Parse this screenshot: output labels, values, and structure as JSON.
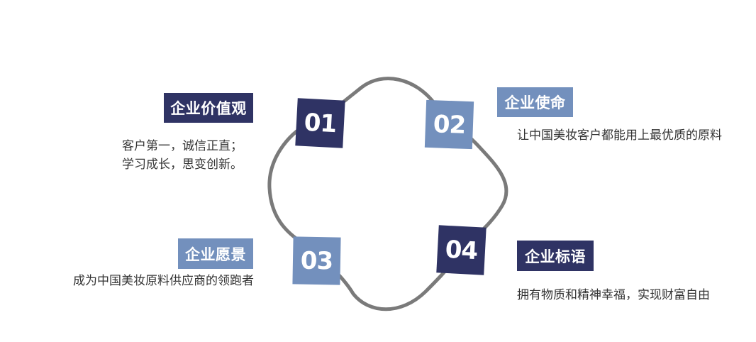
{
  "items": [
    {
      "number": "01",
      "title": "企业价值观",
      "lines": [
        "客户第一，诚信正直；",
        "学习成长，思变创新。"
      ],
      "box_style": "dark",
      "badge_style": "dark"
    },
    {
      "number": "02",
      "title": "企业使命",
      "lines": [
        "让中国美妆客户都能用上最优质的原料"
      ],
      "box_style": "light",
      "badge_style": "light"
    },
    {
      "number": "03",
      "title": "企业愿景",
      "lines": [
        "成为中国美妆原料供应商的领跑者"
      ],
      "box_style": "light",
      "badge_style": "light"
    },
    {
      "number": "04",
      "title": "企业标语",
      "lines": [
        "拥有物质和精神幸福，实现财富自由"
      ],
      "box_style": "dark",
      "badge_style": "dark"
    }
  ],
  "colors": {
    "dark": "#2f3364",
    "light": "#7390bd",
    "ring": "#7a7a7a",
    "text": "#333333"
  },
  "icons": {
    "ring": "closed-loop-connector"
  }
}
